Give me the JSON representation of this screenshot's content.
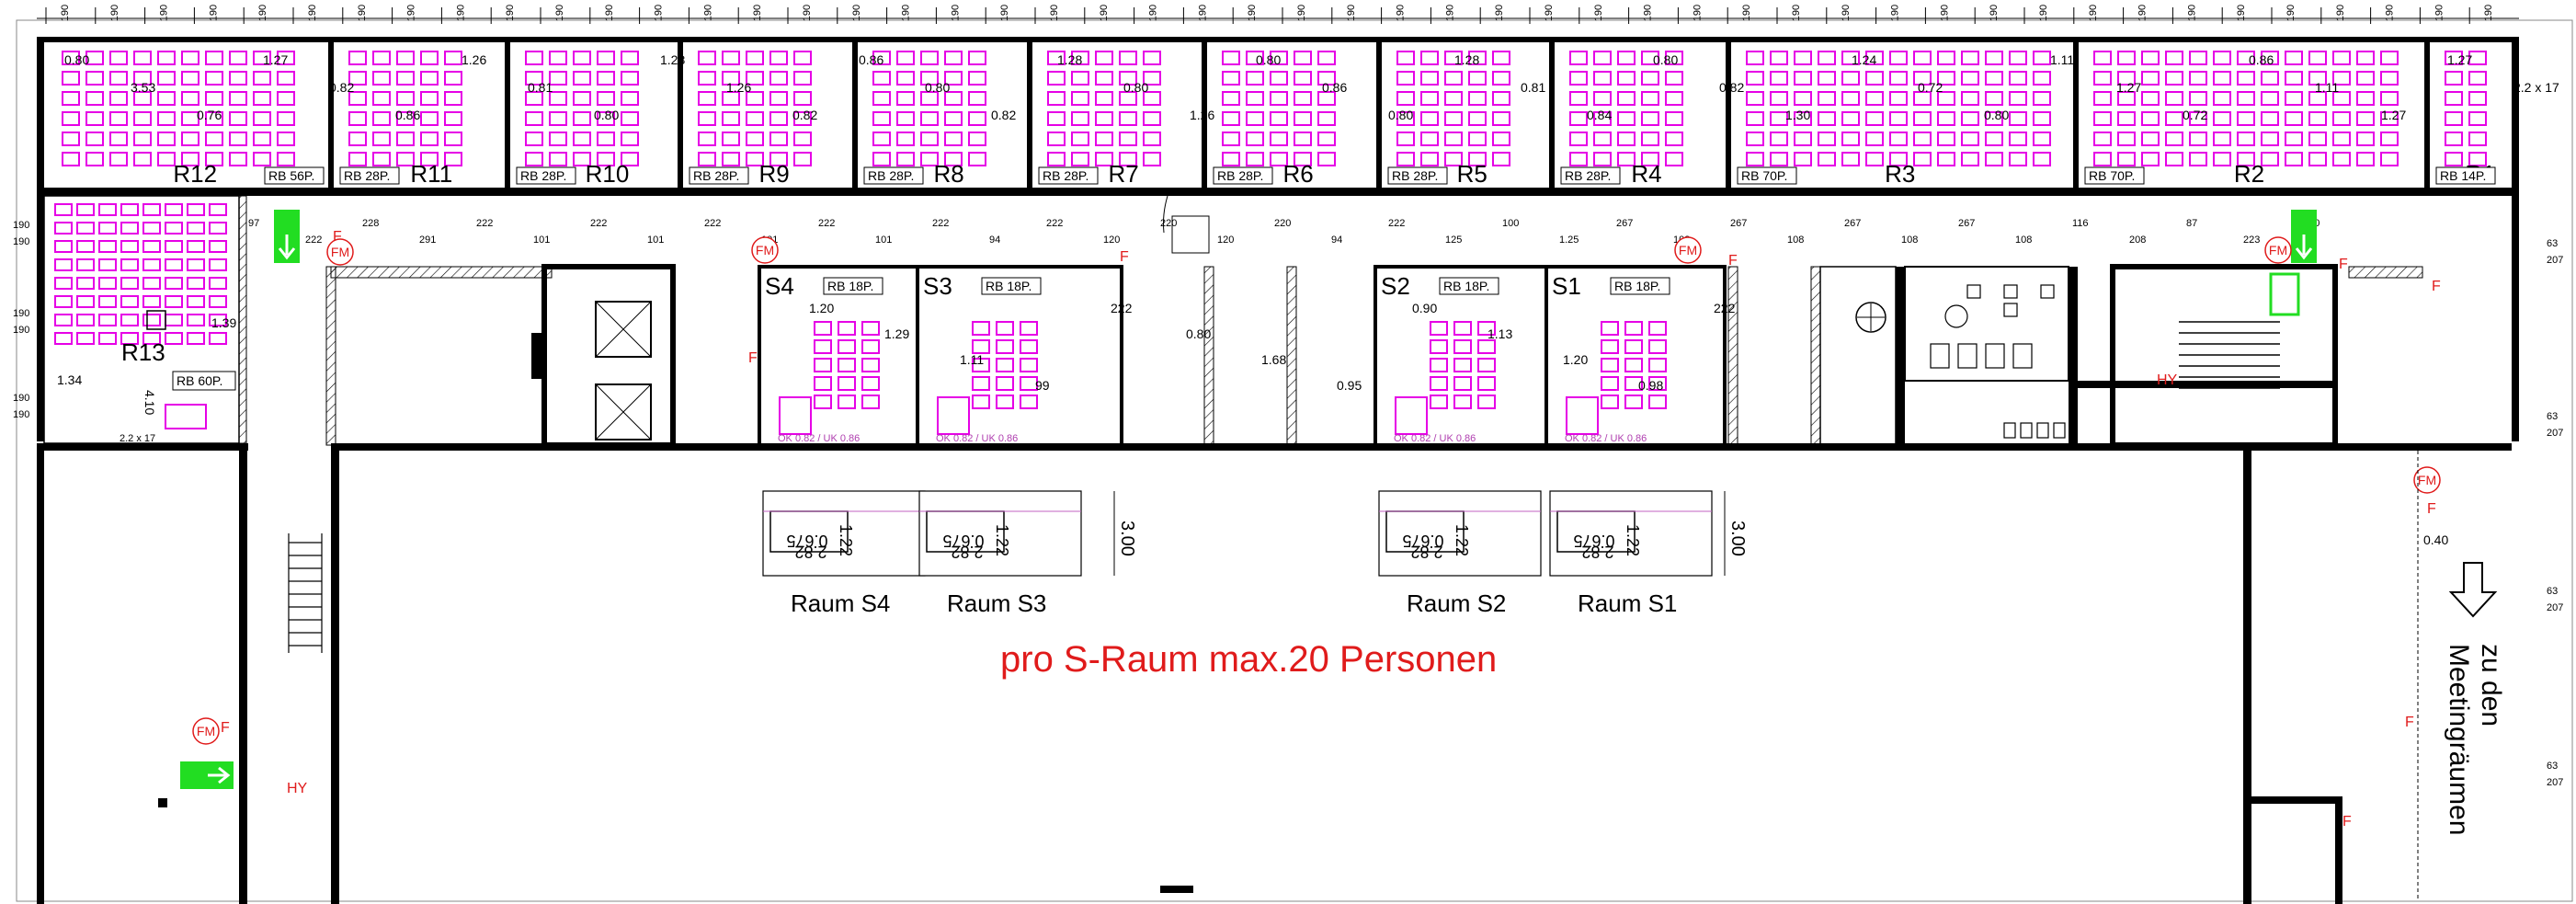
{
  "top_dimensions": [
    "190",
    "190",
    "190",
    "190",
    "190",
    "190",
    "190",
    "190",
    "190",
    "190",
    "190",
    "190",
    "190",
    "190",
    "190",
    "190",
    "190",
    "190",
    "190",
    "190",
    "190",
    "190",
    "190",
    "190",
    "190",
    "190",
    "190",
    "190",
    "190",
    "190",
    "190",
    "190",
    "190",
    "190",
    "190",
    "190",
    "190",
    "190",
    "190",
    "190",
    "190",
    "190",
    "190",
    "190",
    "190",
    "190",
    "190",
    "190",
    "190",
    "190"
  ],
  "left_dimensions": [
    "190",
    "190",
    "190",
    "190",
    "190",
    "190"
  ],
  "right_dimensions": [
    "63",
    "207",
    "63",
    "207",
    "63",
    "207",
    "63",
    "207"
  ],
  "north_rooms": [
    {
      "label": "R12",
      "capacity": "RB 56P."
    },
    {
      "label": "R11",
      "capacity": "RB 28P."
    },
    {
      "label": "R10",
      "capacity": "RB 28P."
    },
    {
      "label": "R9",
      "capacity": "RB 28P."
    },
    {
      "label": "R8",
      "capacity": "RB 28P."
    },
    {
      "label": "R7",
      "capacity": "RB 28P."
    },
    {
      "label": "R6",
      "capacity": "RB 28P."
    },
    {
      "label": "R5",
      "capacity": "RB 28P."
    },
    {
      "label": "R4",
      "capacity": "RB 28P."
    },
    {
      "label": "R3",
      "capacity": "RB 70P."
    },
    {
      "label": "R2",
      "capacity": "RB 70P."
    },
    {
      "label": "R1",
      "capacity": "RB 14P."
    }
  ],
  "s_rooms": [
    {
      "label": "S4",
      "capacity": "RB 18P."
    },
    {
      "label": "S3",
      "capacity": "RB 18P."
    },
    {
      "label": "S2",
      "capacity": "RB 18P."
    },
    {
      "label": "S1",
      "capacity": "RB 18P."
    }
  ],
  "r13": {
    "label": "R13",
    "capacity": "RB 60P.",
    "dim1": "1.39",
    "dim2": "1.34",
    "dim3": "4.10",
    "dim4": "2.2 x 17"
  },
  "north_dims": [
    "0.80",
    "3.53",
    "0.76",
    "1.27",
    "0.82",
    "0.86",
    "1.26",
    "0.81",
    "0.80",
    "1.28",
    "1.26",
    "0.82",
    "0.86",
    "0.80",
    "0.82",
    "1.28",
    "0.80",
    "1.26",
    "0.80",
    "0.86",
    "0.80",
    "1.28",
    "0.81",
    "0.84",
    "0.80",
    "0.82",
    "1.30",
    "1.24",
    "0.72",
    "0.80",
    "1.11",
    "1.27",
    "0.72",
    "0.86",
    "1.11",
    "1.27",
    "1.27",
    "2.2 x 17"
  ],
  "s_dims": [
    "1.20",
    "1.29",
    "1.11",
    "99",
    "222",
    "0.80",
    "1.68",
    "0.95",
    "0.90",
    "1.13",
    "1.20",
    "0.98",
    "222"
  ],
  "door_dims": [
    "97",
    "222",
    "228",
    "291",
    "222",
    "101",
    "222",
    "101",
    "222",
    "101",
    "222",
    "101",
    "222",
    "94",
    "222",
    "120",
    "220",
    "120",
    "220",
    "94",
    "222",
    "125",
    "100",
    "1.25",
    "267",
    "108",
    "267",
    "108",
    "267",
    "108",
    "267",
    "108",
    "116",
    "208",
    "87",
    "223",
    "1.20"
  ],
  "fm_labels": [
    "FM",
    "FM",
    "FM",
    "FM",
    "FM",
    "FM"
  ],
  "f_labels": [
    "F",
    "F",
    "F",
    "F",
    "F",
    "F",
    "F",
    "F",
    "F",
    "F"
  ],
  "hy_labels": [
    "HY",
    "HY"
  ],
  "detail_rooms": [
    {
      "name": "Raum S4",
      "d1": "0.675",
      "d2": "1.22",
      "d3": "2.82"
    },
    {
      "name": "Raum S3",
      "d1": "0.675",
      "d2": "1.22",
      "d3": "2.82"
    },
    {
      "name": "Raum S2",
      "d1": "0.675",
      "d2": "1.22",
      "d3": "2.82"
    },
    {
      "name": "Raum S1",
      "d1": "0.675",
      "d2": "1.22",
      "d3": "2.82"
    }
  ],
  "detail_height": "3.00",
  "detail_height2": "3.00",
  "ok_label": "OK 0.82 / UK 0.86",
  "notice": "pro S-Raum max.20 Personen",
  "direction_line1": "zu den",
  "direction_line2": "Meetingräumen",
  "extra_dim": "0.40",
  "colors": {
    "furniture": "#e600e6",
    "exit": "#22dd22",
    "fire": "#e01b1b",
    "wall": "#000000"
  }
}
